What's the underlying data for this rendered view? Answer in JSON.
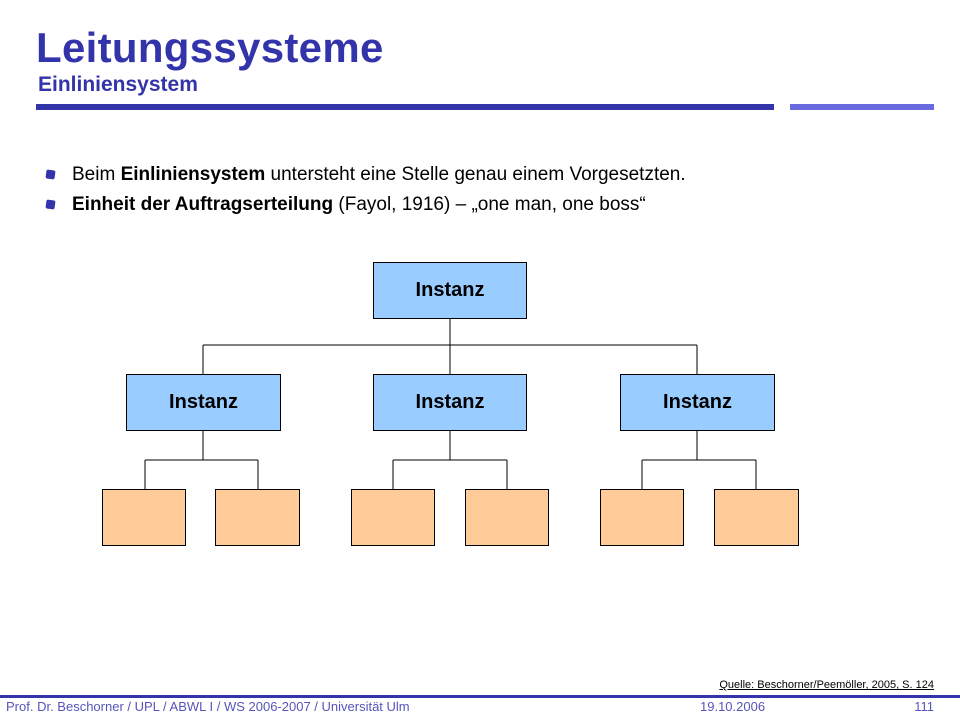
{
  "slide": {
    "title": "Leitungssysteme",
    "subtitle": "Einliniensystem"
  },
  "bullets": [
    {
      "pre": "Beim ",
      "bold": "Einliniensystem",
      "post": " untersteht eine Stelle genau einem Vorgesetzten."
    },
    {
      "pre": "",
      "bold": "Einheit der Auftragserteilung",
      "post": " (Fayol, 1916) – „one man, one boss“"
    }
  ],
  "diagram": {
    "top": {
      "label": "Instanz"
    },
    "middle": [
      {
        "label": "Instanz"
      },
      {
        "label": "Instanz"
      },
      {
        "label": "Instanz"
      }
    ],
    "leaves_per_instanz": 2
  },
  "source": "Quelle: Beschorner/Peemöller, 2005, S. 124",
  "footer": {
    "left": "Prof. Dr. Beschorner / UPL / ABWL I / WS 2006-2007 / Universität Ulm",
    "date": "19.10.2006",
    "page": "111"
  },
  "colors": {
    "accent": "#3333aa",
    "accent_light": "#6a6ae0",
    "instanz_fill": "#99ccff",
    "leaf_fill": "#ffcc99"
  }
}
